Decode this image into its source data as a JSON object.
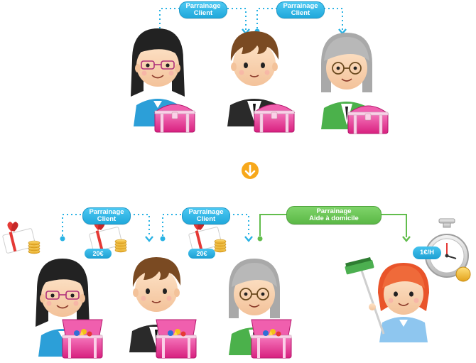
{
  "top_row": {
    "badge_1": {
      "line1": "Parrainage",
      "line2": "Client"
    },
    "badge_2": {
      "line1": "Parrainage",
      "line2": "Client"
    }
  },
  "bottom_row": {
    "badge_1": {
      "line1": "Parrainage",
      "line2": "Client"
    },
    "badge_2": {
      "line1": "Parrainage",
      "line2": "Client"
    },
    "badge_3": {
      "line1": "Parrainage",
      "line2": "Aide à domicile"
    },
    "reward_1": "20€",
    "reward_2": "20€",
    "rate": "1€/H"
  },
  "colors": {
    "client_blue": "#29b2e4",
    "helper_green": "#62bd4d",
    "chest_pink": "#e8409a",
    "arrow_orange": "#f7a81b"
  },
  "icons": [
    "arrow-down-icon",
    "gift-voucher-icon",
    "treasure-chest-icon",
    "stopwatch-icon",
    "broom-icon"
  ]
}
